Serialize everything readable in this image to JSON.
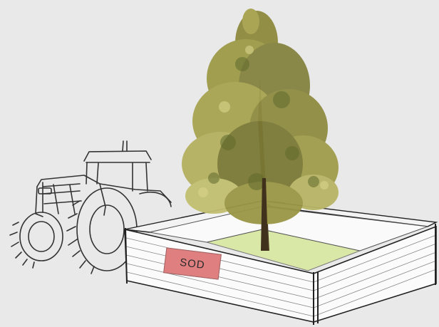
{
  "scene": {
    "background_color": "#e9e9e9",
    "label": {
      "text": "SOD",
      "color": "#df7f7f"
    },
    "objects": [
      "tractor-sketch",
      "tree",
      "raised-sod-bed"
    ]
  }
}
